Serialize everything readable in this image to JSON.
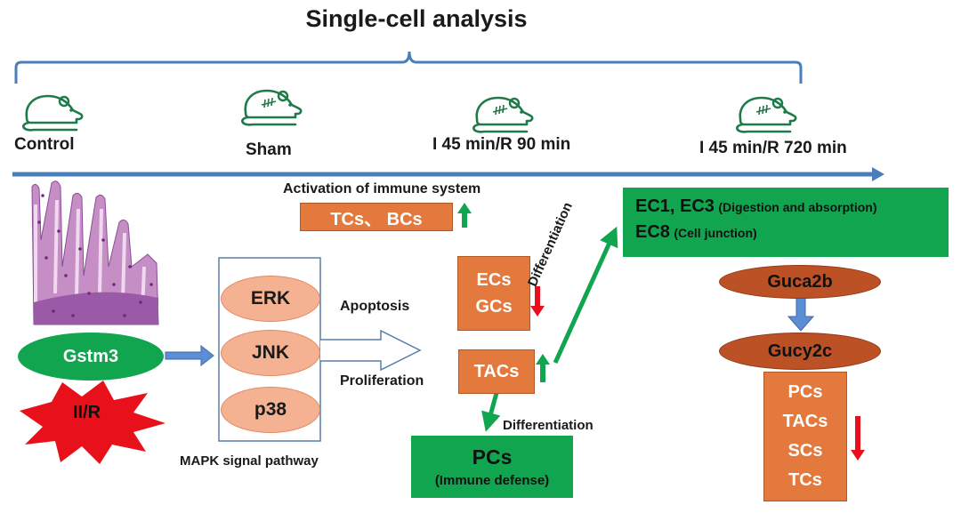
{
  "title": "Single-cell analysis",
  "timeline": {
    "stages": [
      "Control",
      "Sham",
      "I 45 min/R 90 min",
      "I 45 min/R 720 min"
    ]
  },
  "immune": {
    "heading": "Activation of immune system",
    "cells": "TCs、 BCs",
    "direction": "up"
  },
  "left": {
    "gene": "Gstm3",
    "injury": "II/R"
  },
  "mapk": {
    "items": [
      "ERK",
      "JNK",
      "p38"
    ],
    "caption": "MAPK signal pathway"
  },
  "outcomes": {
    "apoptosis": "Apoptosis",
    "proliferation": "Proliferation"
  },
  "middle": {
    "ec_gc": [
      "ECs",
      "GCs"
    ],
    "ec_gc_direction": "down",
    "tacs": "TACs",
    "tacs_direction": "up",
    "differentiation_up": "Differentiation",
    "differentiation_down": "Differentiation",
    "pcs_title": "PCs",
    "pcs_sub": "(Immune defense)"
  },
  "right": {
    "ec13": "EC1, EC3",
    "ec13_note": "(Digestion and absorption)",
    "ec8": "EC8",
    "ec8_note": "(Cell junction)",
    "guca2b": "Guca2b",
    "gucy2c": "Gucy2c",
    "cells": [
      "PCs",
      "TACs",
      "SCs",
      "TCs"
    ],
    "cells_direction": "down"
  },
  "colors": {
    "timeline": "#4a7ebb",
    "mouse": "#1f7a4a",
    "orange": "#e4793e",
    "green": "#12a550",
    "red": "#e8101b",
    "salmon": "#f4b293",
    "brown": "#bb5124"
  }
}
